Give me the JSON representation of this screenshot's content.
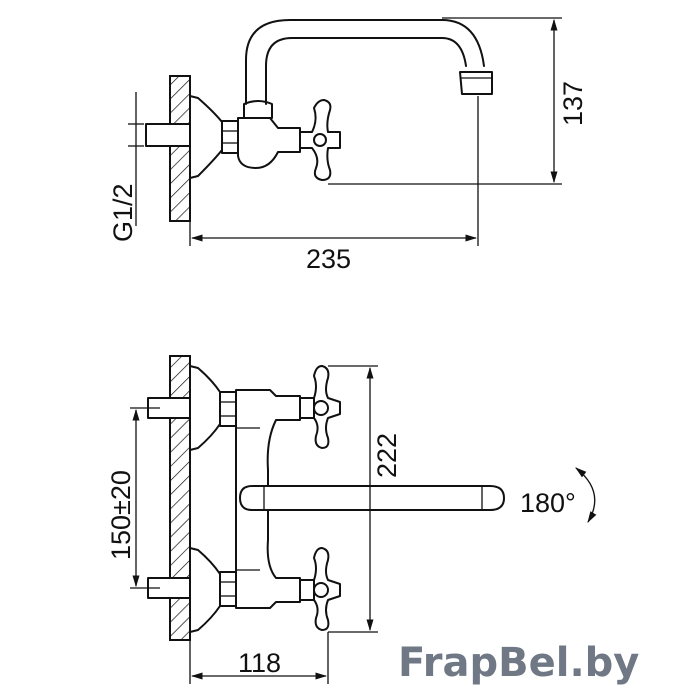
{
  "dimensions": {
    "thread": "G1/2",
    "width_total": "235",
    "spout_height": "137",
    "center_distance": "150±20",
    "height_total": "222",
    "depth": "118",
    "rotation": "180°"
  },
  "watermark": "FrapBel.by"
}
